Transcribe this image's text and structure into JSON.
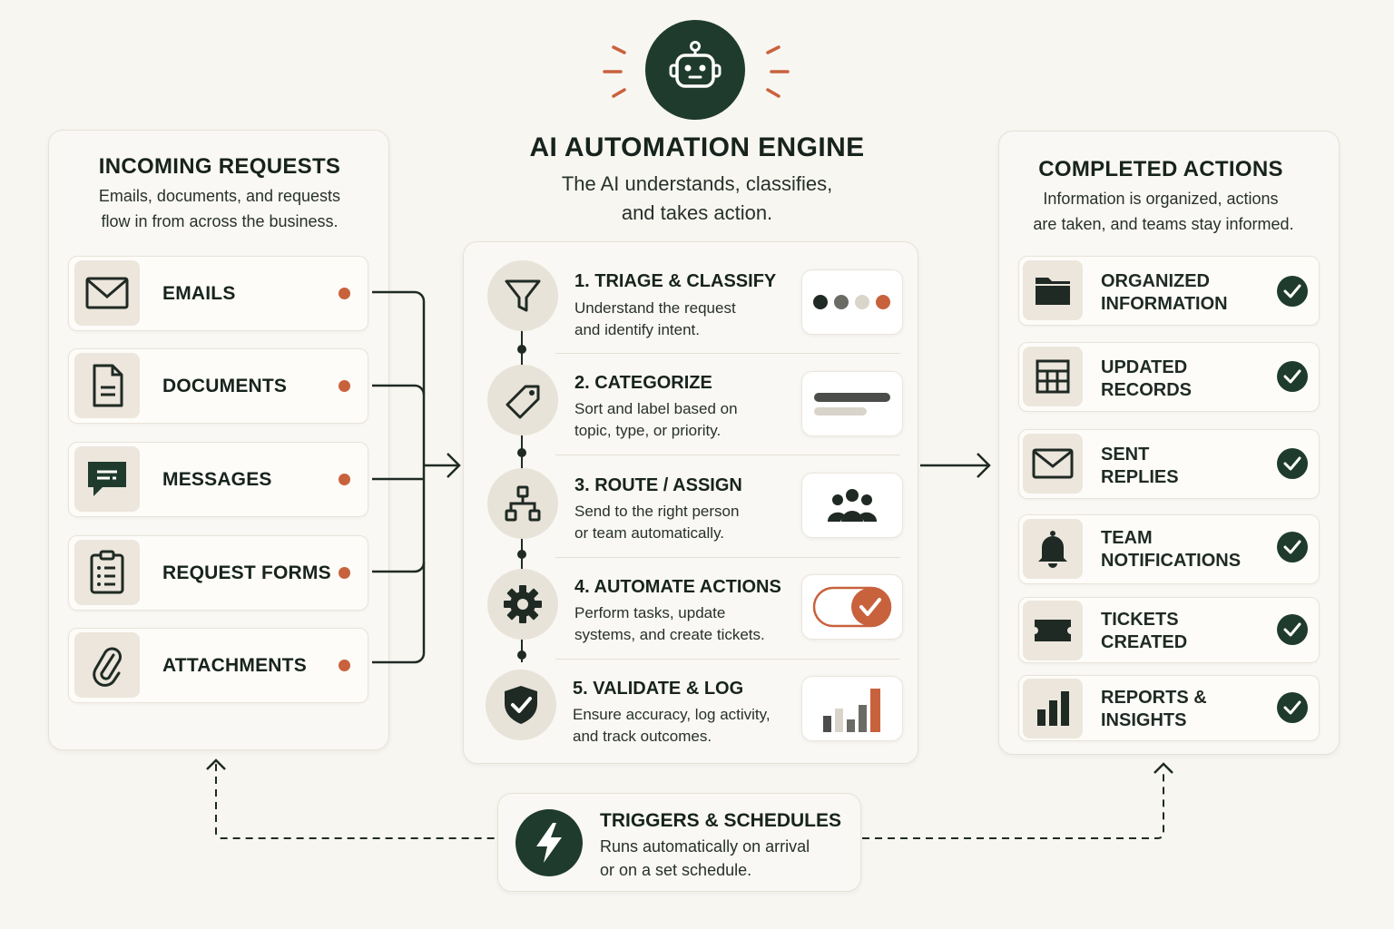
{
  "engine": {
    "title": "AI AUTOMATION ENGINE",
    "subtitle_line1": "The AI understands, classifies,",
    "subtitle_line2": "and takes action.",
    "icon": "robot-icon",
    "accent": "#c8623d",
    "primary": "#1f3b2d"
  },
  "incoming": {
    "title": "INCOMING REQUESTS",
    "sub_line1": "Emails, documents, and requests",
    "sub_line2": "flow in from across the business.",
    "items": [
      {
        "label": "EMAILS",
        "icon": "envelope-icon"
      },
      {
        "label": "DOCUMENTS",
        "icon": "document-icon"
      },
      {
        "label": "MESSAGES",
        "icon": "chat-icon"
      },
      {
        "label": "REQUEST FORMS",
        "icon": "form-icon"
      },
      {
        "label": "ATTACHMENTS",
        "icon": "paperclip-icon"
      }
    ]
  },
  "steps": [
    {
      "title": "1. TRIAGE & CLASSIFY",
      "desc1": "Understand the request",
      "desc2": "and identify intent.",
      "icon": "funnel-icon"
    },
    {
      "title": "2. CATEGORIZE",
      "desc1": "Sort and label based on",
      "desc2": "topic, type, or priority.",
      "icon": "tag-icon"
    },
    {
      "title": "3. ROUTE / ASSIGN",
      "desc1": "Send to the right person",
      "desc2": "or team automatically.",
      "icon": "hierarchy-icon"
    },
    {
      "title": "4. AUTOMATE ACTIONS",
      "desc1": "Perform tasks, update",
      "desc2": "systems, and create tickets.",
      "icon": "gear-icon"
    },
    {
      "title": "5. VALIDATE & LOG",
      "desc1": "Ensure accuracy, log activity,",
      "desc2": "and track outcomes.",
      "icon": "shield-check-icon"
    }
  ],
  "completed": {
    "title": "COMPLETED ACTIONS",
    "sub_line1": "Information is organized, actions",
    "sub_line2": "are taken, and teams stay informed.",
    "items": [
      {
        "line1": "ORGANIZED",
        "line2": "INFORMATION",
        "icon": "folder-icon"
      },
      {
        "line1": "UPDATED",
        "line2": "RECORDS",
        "icon": "table-icon"
      },
      {
        "line1": "SENT",
        "line2": "REPLIES",
        "icon": "envelope-icon"
      },
      {
        "line1": "TEAM",
        "line2": "NOTIFICATIONS",
        "icon": "bell-icon"
      },
      {
        "line1": "TICKETS",
        "line2": "CREATED",
        "icon": "ticket-icon"
      },
      {
        "line1": "REPORTS &",
        "line2": "INSIGHTS",
        "icon": "bar-chart-icon"
      }
    ]
  },
  "triggers": {
    "title": "TRIGGERS & SCHEDULES",
    "desc1": "Runs automatically on arrival",
    "desc2": "or on a set schedule.",
    "icon": "lightning-icon"
  }
}
